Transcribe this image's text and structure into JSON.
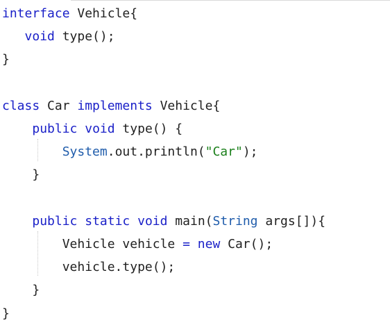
{
  "code": {
    "language": "java",
    "lines": [
      {
        "tokens": [
          {
            "t": "interface",
            "k": "kw"
          },
          {
            "t": " Vehicle{",
            "k": "tx"
          }
        ]
      },
      {
        "tokens": [
          {
            "t": "   ",
            "k": "tx"
          },
          {
            "t": "void",
            "k": "kw"
          },
          {
            "t": " type();",
            "k": "tx"
          }
        ]
      },
      {
        "tokens": [
          {
            "t": "}",
            "k": "tx"
          }
        ]
      },
      {
        "tokens": []
      },
      {
        "tokens": [
          {
            "t": "class",
            "k": "kw"
          },
          {
            "t": " Car ",
            "k": "tx"
          },
          {
            "t": "implements",
            "k": "kw"
          },
          {
            "t": " Vehicle{",
            "k": "tx"
          }
        ]
      },
      {
        "tokens": [
          {
            "t": "    ",
            "k": "tx"
          },
          {
            "t": "public",
            "k": "kw"
          },
          {
            "t": " ",
            "k": "tx"
          },
          {
            "t": "void",
            "k": "kw"
          },
          {
            "t": " type() {",
            "k": "tx"
          }
        ]
      },
      {
        "tokens": [
          {
            "t": "        ",
            "k": "tx"
          },
          {
            "t": "System",
            "k": "tp"
          },
          {
            "t": ".out.println(",
            "k": "tx"
          },
          {
            "t": "\"Car\"",
            "k": "str"
          },
          {
            "t": ");",
            "k": "tx"
          }
        ]
      },
      {
        "tokens": [
          {
            "t": "    }",
            "k": "tx"
          }
        ]
      },
      {
        "tokens": []
      },
      {
        "tokens": [
          {
            "t": "    ",
            "k": "tx"
          },
          {
            "t": "public",
            "k": "kw"
          },
          {
            "t": " ",
            "k": "tx"
          },
          {
            "t": "static",
            "k": "kw"
          },
          {
            "t": " ",
            "k": "tx"
          },
          {
            "t": "void",
            "k": "kw"
          },
          {
            "t": " main(",
            "k": "tx"
          },
          {
            "t": "String",
            "k": "tp"
          },
          {
            "t": " args[]){",
            "k": "tx"
          }
        ]
      },
      {
        "tokens": [
          {
            "t": "        Vehicle vehicle ",
            "k": "tx"
          },
          {
            "t": "=",
            "k": "kw"
          },
          {
            "t": " ",
            "k": "tx"
          },
          {
            "t": "new",
            "k": "kw"
          },
          {
            "t": " Car();",
            "k": "tx"
          }
        ]
      },
      {
        "tokens": [
          {
            "t": "        vehicle.type();",
            "k": "tx"
          }
        ]
      },
      {
        "tokens": [
          {
            "t": "    }",
            "k": "tx"
          }
        ]
      },
      {
        "tokens": [
          {
            "t": "}",
            "k": "tx"
          }
        ]
      }
    ]
  },
  "colors": {
    "background": "#ffffff",
    "keyword": "#1a20c8",
    "type": "#1f5cab",
    "string": "#1a7f1a",
    "text": "#1f1f1f"
  }
}
